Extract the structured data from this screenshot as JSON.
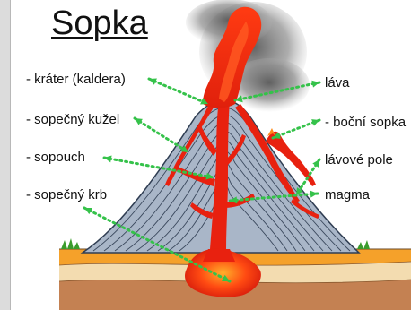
{
  "title": "Sopka",
  "labels_left": [
    {
      "id": "krater",
      "text": "- kráter (kaldera)"
    },
    {
      "id": "kuzel",
      "text": "- sopečný kužel"
    },
    {
      "id": "sopouch",
      "text": "- sopouch"
    },
    {
      "id": "krb",
      "text": "- sopečný krb"
    }
  ],
  "labels_right": [
    {
      "id": "lava",
      "text": "láva"
    },
    {
      "id": "bocni",
      "text": "- boční sopka"
    },
    {
      "id": "pole",
      "text": "lávové pole"
    },
    {
      "id": "magma",
      "text": "magma"
    }
  ],
  "colors": {
    "arrow": "#35c24a",
    "lava": "#e8210f",
    "lava_bright": "#ff4a1a",
    "volcano_fill": "#a9b6c8",
    "volcano_lines": "#2f3d52",
    "smoke": "#7a7a7a",
    "ground_orange": "#f5a12a",
    "ground_sand": "#f3dcb0",
    "ground_brown": "#c48152",
    "grass": "#3a9c2c"
  }
}
